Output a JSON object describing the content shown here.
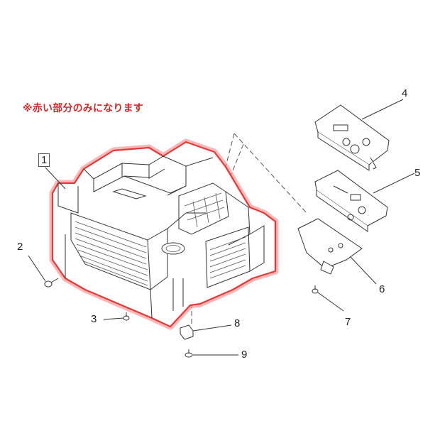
{
  "note": {
    "text": "※赤い部分のみになります",
    "color": "#cc2b2b"
  },
  "callouts": [
    {
      "id": "part-1",
      "label": "1"
    },
    {
      "id": "part-2",
      "label": "2"
    },
    {
      "id": "part-3",
      "label": "3"
    },
    {
      "id": "part-4",
      "label": "4"
    },
    {
      "id": "part-5",
      "label": "5"
    },
    {
      "id": "part-6",
      "label": "6"
    },
    {
      "id": "part-7",
      "label": "7"
    },
    {
      "id": "part-8",
      "label": "8"
    },
    {
      "id": "part-9",
      "label": "9"
    }
  ],
  "colors": {
    "highlight": "#e03a3a",
    "line": "#444444",
    "fill": "#ffffff"
  }
}
